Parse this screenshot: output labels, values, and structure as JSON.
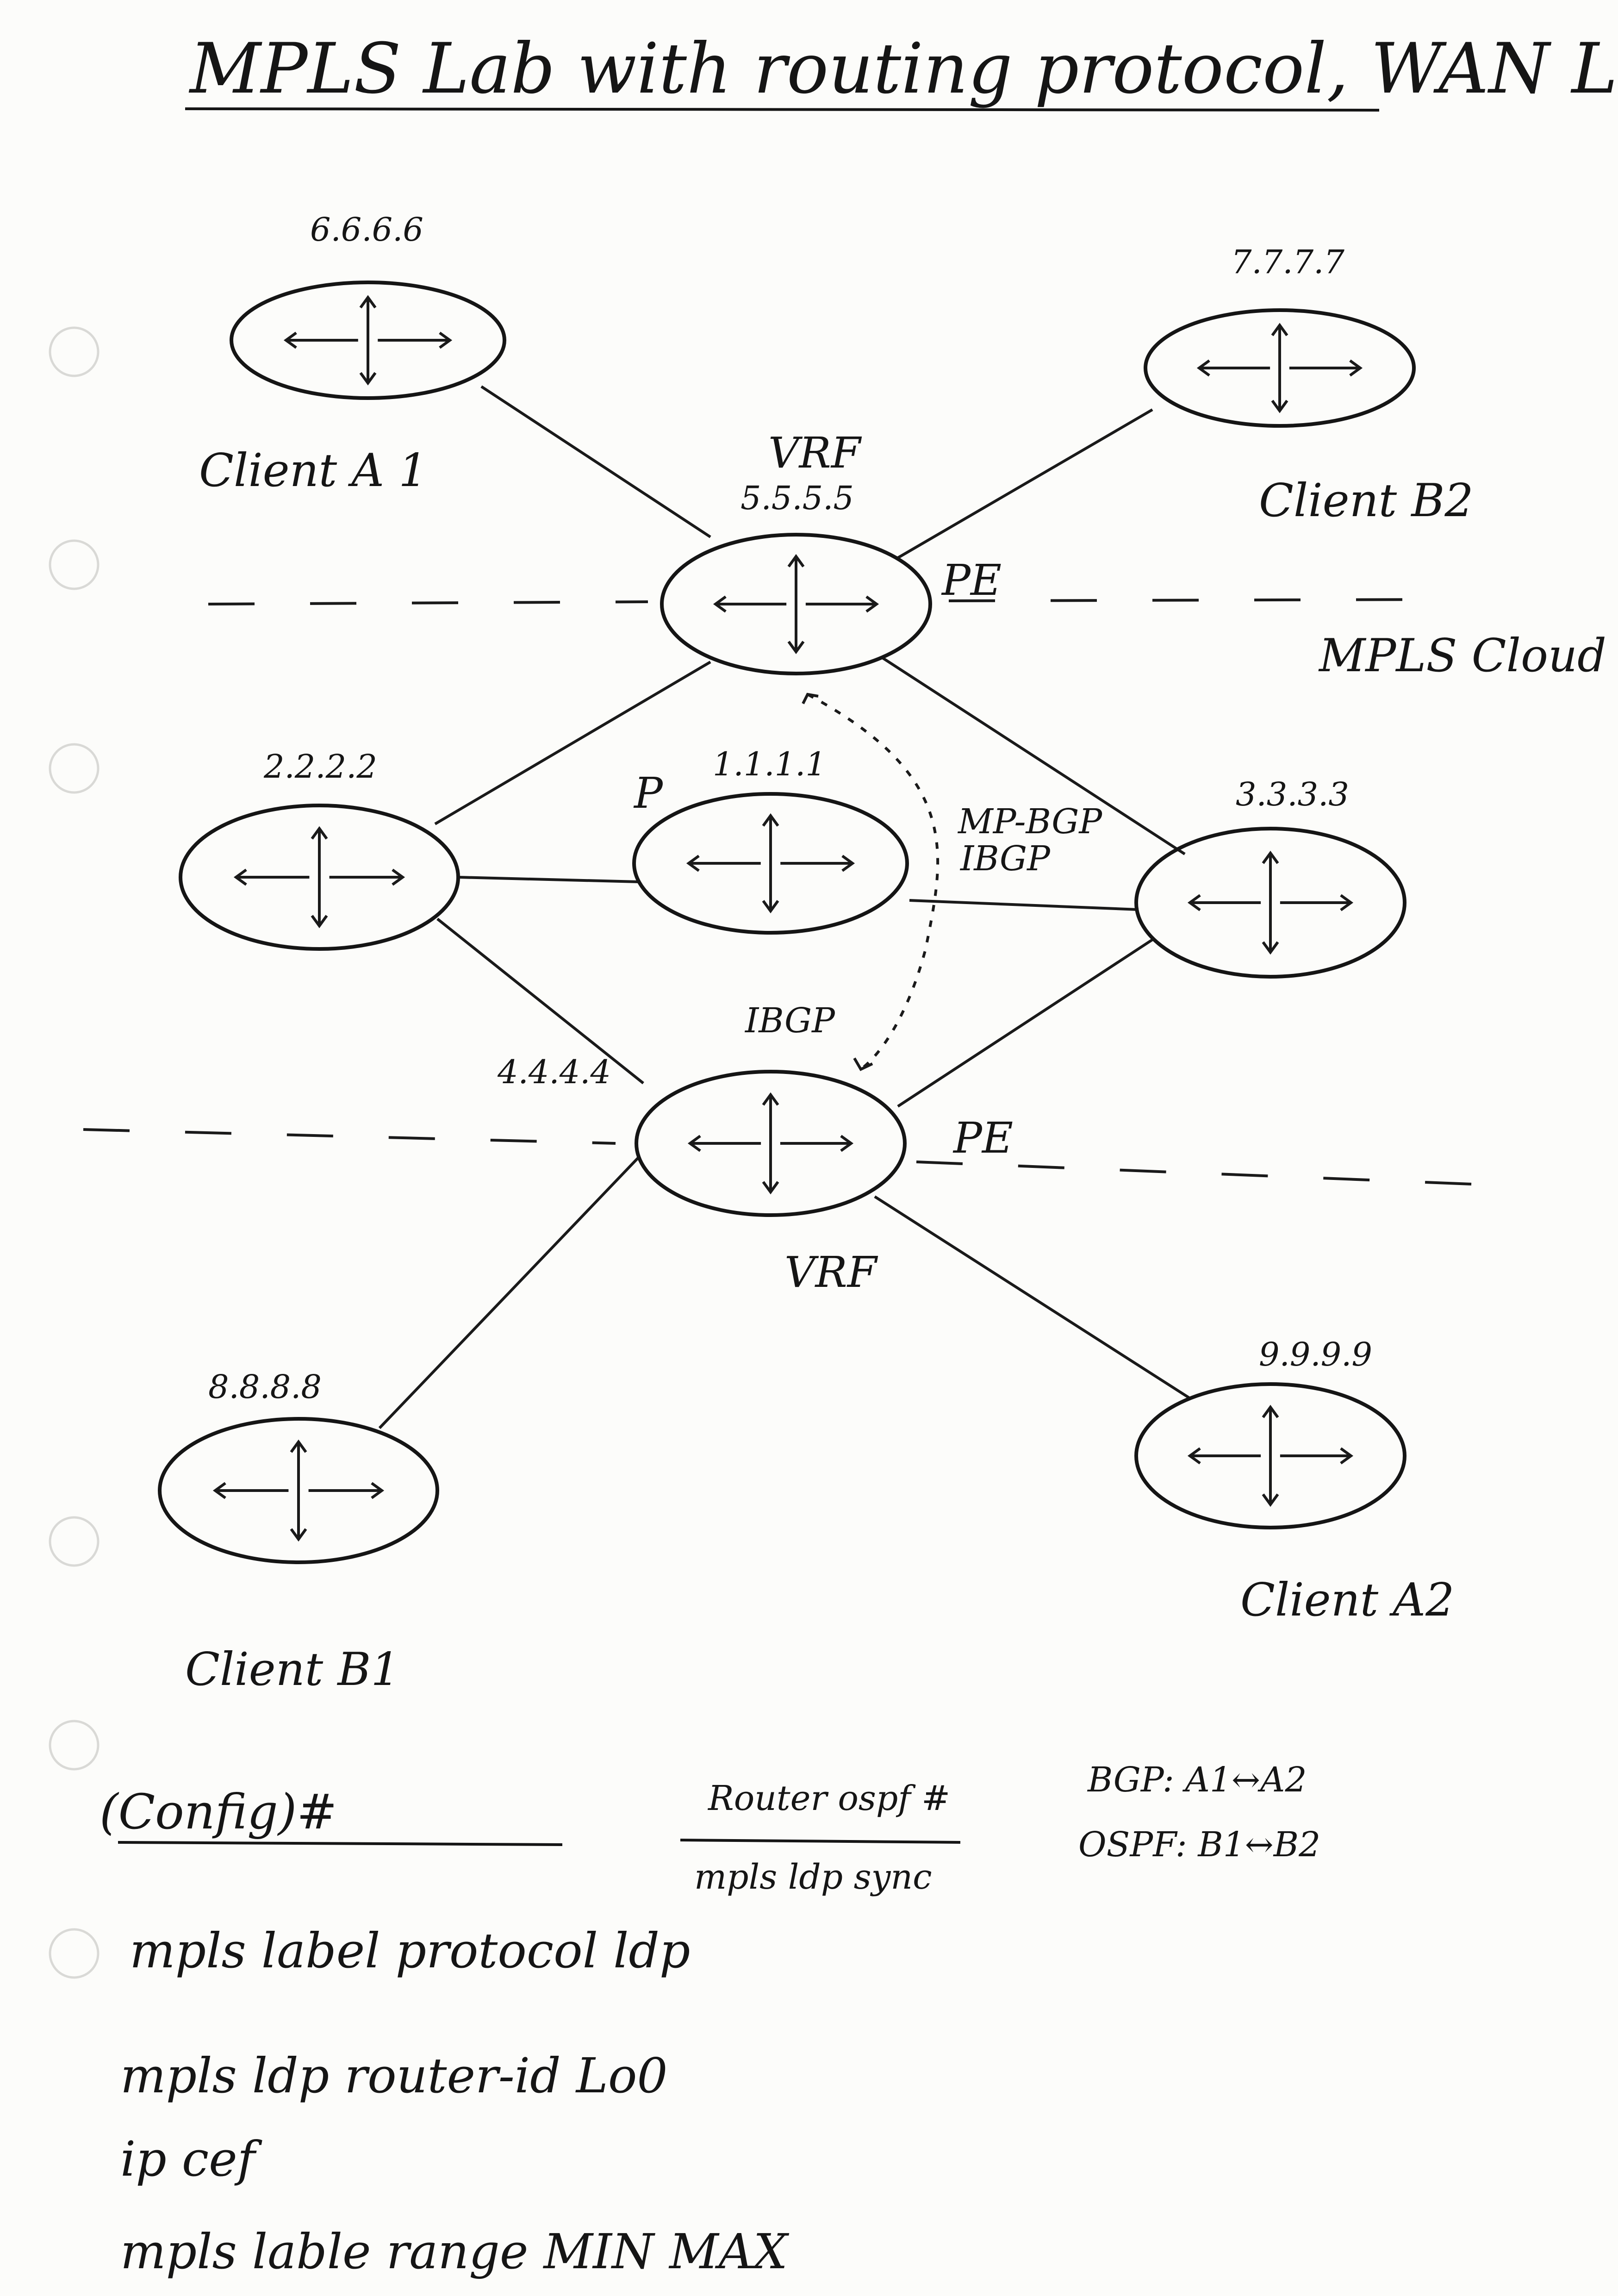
{
  "title": "MPLS Lab with routing protocol, WAN Lab",
  "routers": [
    {
      "id": "client_a1",
      "ip": "6.6.6.6",
      "label": "Client A 1"
    },
    {
      "id": "client_b2",
      "ip": "7.7.7.7",
      "label": "Client B2"
    },
    {
      "id": "pe_top",
      "ip": "5.5.5.5",
      "label": "VRF",
      "role": "PE"
    },
    {
      "id": "r2",
      "ip": "2.2.2.2",
      "label": ""
    },
    {
      "id": "p",
      "ip": "1.1.1.1",
      "label": "P"
    },
    {
      "id": "r3",
      "ip": "3.3.3.3",
      "label": ""
    },
    {
      "id": "pe_bottom",
      "ip": "4.4.4.4",
      "label": "VRF",
      "role": "PE"
    },
    {
      "id": "client_b1",
      "ip": "8.8.8.8",
      "label": "Client B1"
    },
    {
      "id": "client_a2",
      "ip": "9.9.9.9",
      "label": "Client A2"
    }
  ],
  "links": [
    [
      "client_a1",
      "pe_top"
    ],
    [
      "client_b2",
      "pe_top"
    ],
    [
      "pe_top",
      "r2"
    ],
    [
      "pe_top",
      "r3"
    ],
    [
      "r2",
      "p"
    ],
    [
      "p",
      "r3"
    ],
    [
      "r2",
      "pe_bottom"
    ],
    [
      "r3",
      "pe_bottom"
    ],
    [
      "pe_bottom",
      "client_b1"
    ],
    [
      "pe_bottom",
      "client_a2"
    ]
  ],
  "labels": {
    "mpls_cloud": "MPLS Cloud",
    "mp_bgp": "MP-BGP",
    "ibgp_side": "IBGP",
    "ibgp_center": "IBGP"
  },
  "config": {
    "header": "(Config)#",
    "lines": [
      "mpls label protocol ldp",
      "mpls ldp router-id Lo0",
      "ip cef",
      "mpls lable range MIN MAX"
    ]
  },
  "ospf": {
    "header": "Router ospf #",
    "line": "mpls ldp sync"
  },
  "summary": {
    "bgp": "BGP: A1↔A2",
    "ospf": "OSPF: B1↔B2"
  }
}
